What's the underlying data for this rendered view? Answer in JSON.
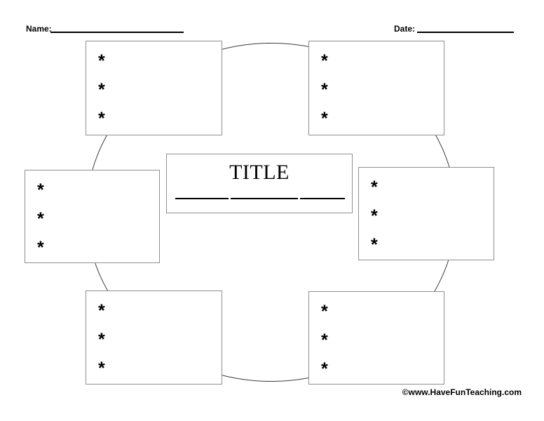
{
  "header": {
    "name_label": "Name:",
    "date_label": "Date:"
  },
  "title_box": {
    "title": "TITLE"
  },
  "boxes": [
    {
      "position": "top-left",
      "bullets": [
        "*",
        "*",
        "*"
      ]
    },
    {
      "position": "top-right",
      "bullets": [
        "*",
        "*",
        "*"
      ]
    },
    {
      "position": "middle-left",
      "bullets": [
        "*",
        "*",
        "*"
      ]
    },
    {
      "position": "middle-right",
      "bullets": [
        "*",
        "*",
        "*"
      ]
    },
    {
      "position": "bottom-left",
      "bullets": [
        "*",
        "*",
        "*"
      ]
    },
    {
      "position": "bottom-right",
      "bullets": [
        "*",
        "*",
        "*"
      ]
    }
  ],
  "footer": {
    "copyright": "©www.HaveFunTeaching.com"
  },
  "colors": {
    "box_border": "#8f8f8f",
    "circle_stroke": "#3c3c3c",
    "line_color": "#000000"
  }
}
